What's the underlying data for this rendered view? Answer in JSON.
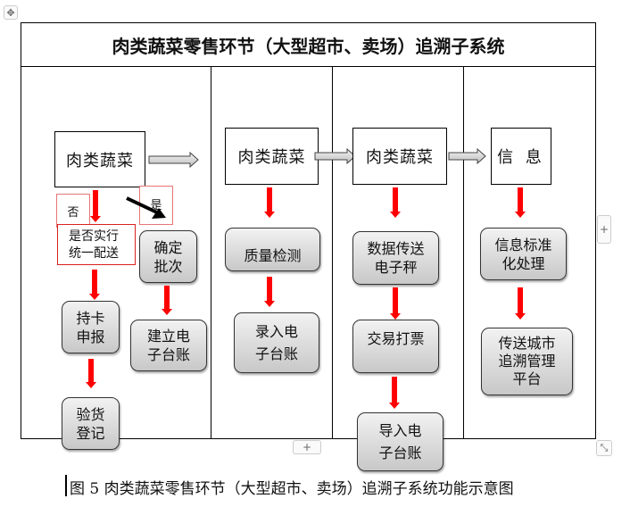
{
  "diagram": {
    "title": "肉类蔬菜零售环节（大型超市、卖场）追溯子系统",
    "columns": [
      {
        "source": "肉类蔬菜",
        "decision": {
          "no_label": "否",
          "yes_label": "是",
          "question": "是否实行\n统一配送"
        },
        "no_branch": [
          "持卡\n申报",
          "验货\n登记"
        ],
        "yes_branch": [
          "确定\n批次",
          "建立电\n子台账"
        ]
      },
      {
        "source": "肉类蔬菜",
        "steps": [
          "质量检测",
          "录入电\n子台账"
        ]
      },
      {
        "source": "肉类蔬菜",
        "steps": [
          "数据传送\n电子秤",
          "交易打票",
          "导入电\n子台账"
        ]
      },
      {
        "source": "信 息",
        "steps": [
          "信息标准\n化处理",
          "传送城市\n追溯管理\n平台"
        ]
      }
    ]
  },
  "caption": "图 5  肉类蔬菜零售环节（大型超市、卖场）追溯子系统功能示意图",
  "editor": {
    "add_row": "+",
    "add_column": "+",
    "move_handle": "✥",
    "resize_handle": "⤡"
  }
}
